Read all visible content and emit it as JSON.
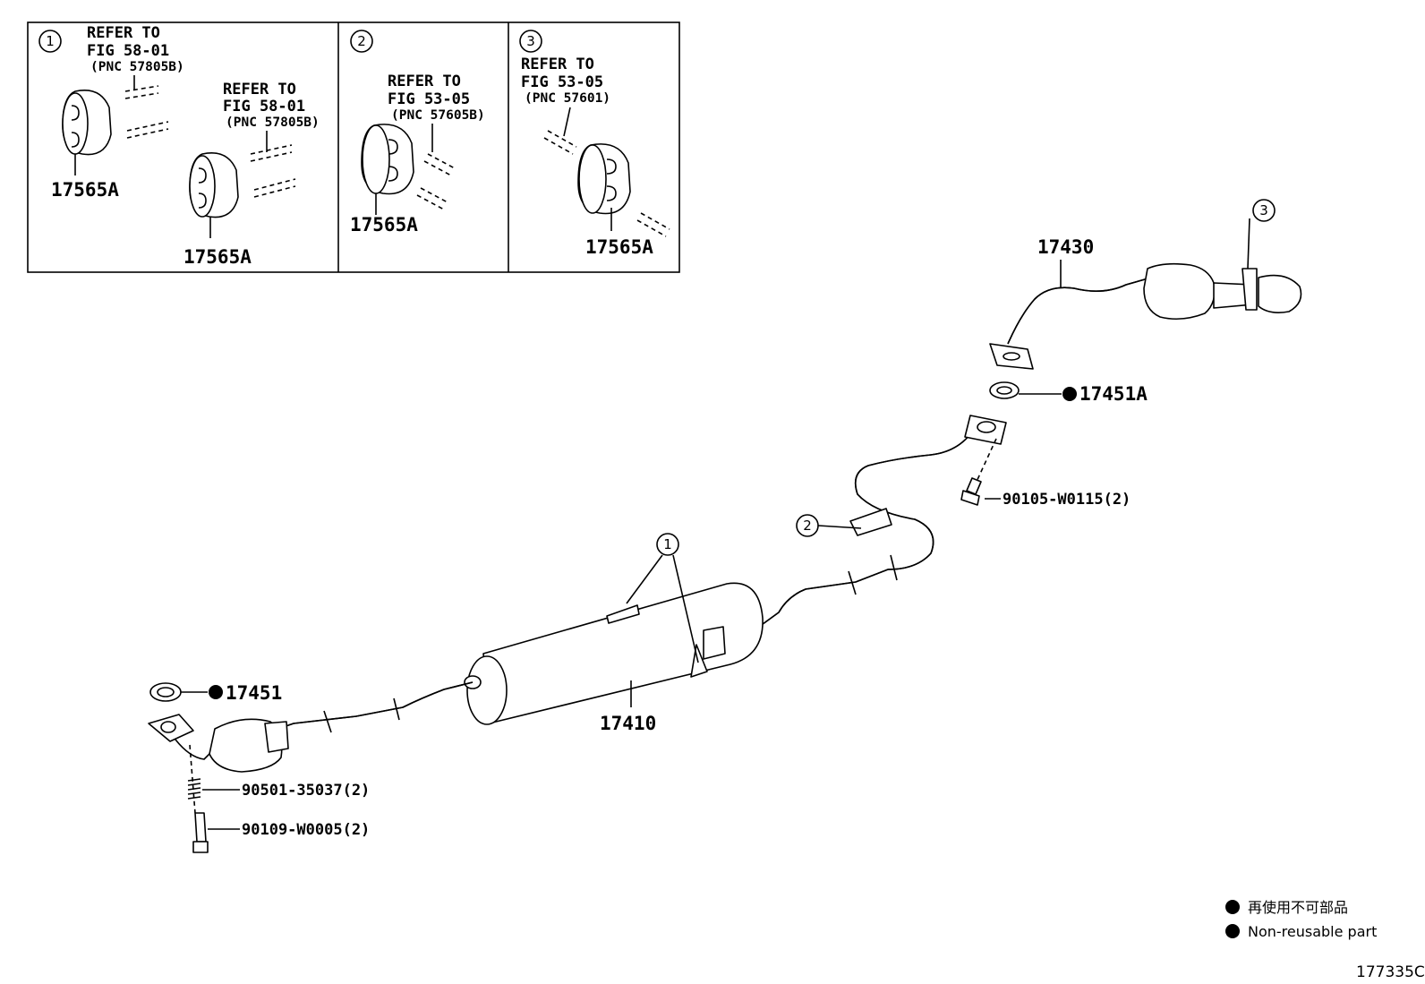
{
  "insets": [
    {
      "index": "1",
      "refs": [
        {
          "refer": "REFER TO",
          "fig": "FIG 58-01",
          "pnc": "(PNC 57805B)"
        },
        {
          "refer": "REFER TO",
          "fig": "FIG 58-01",
          "pnc": "(PNC 57805B)"
        }
      ],
      "parts": [
        "17565A",
        "17565A"
      ]
    },
    {
      "index": "2",
      "refs": [
        {
          "refer": "REFER TO",
          "fig": "FIG 53-05",
          "pnc": "(PNC 57605B)"
        }
      ],
      "parts": [
        "17565A"
      ]
    },
    {
      "index": "3",
      "refs": [
        {
          "refer": "REFER TO",
          "fig": "FIG 53-05",
          "pnc": "(PNC 57601)"
        }
      ],
      "parts": [
        "17565A"
      ]
    }
  ],
  "callouts": {
    "c1": "1",
    "c2": "2",
    "c3": "3"
  },
  "parts": {
    "p17430": "17430",
    "p17451A": "17451A",
    "p90105": "90105-W0115(2)",
    "p17410": "17410",
    "p17451": "17451",
    "p90501": "90501-35037(2)",
    "p90109": "90109-W0005(2)"
  },
  "legend": {
    "jp": "再使用不可部品",
    "en": "Non-reusable part"
  },
  "diagram_code": "177335C"
}
